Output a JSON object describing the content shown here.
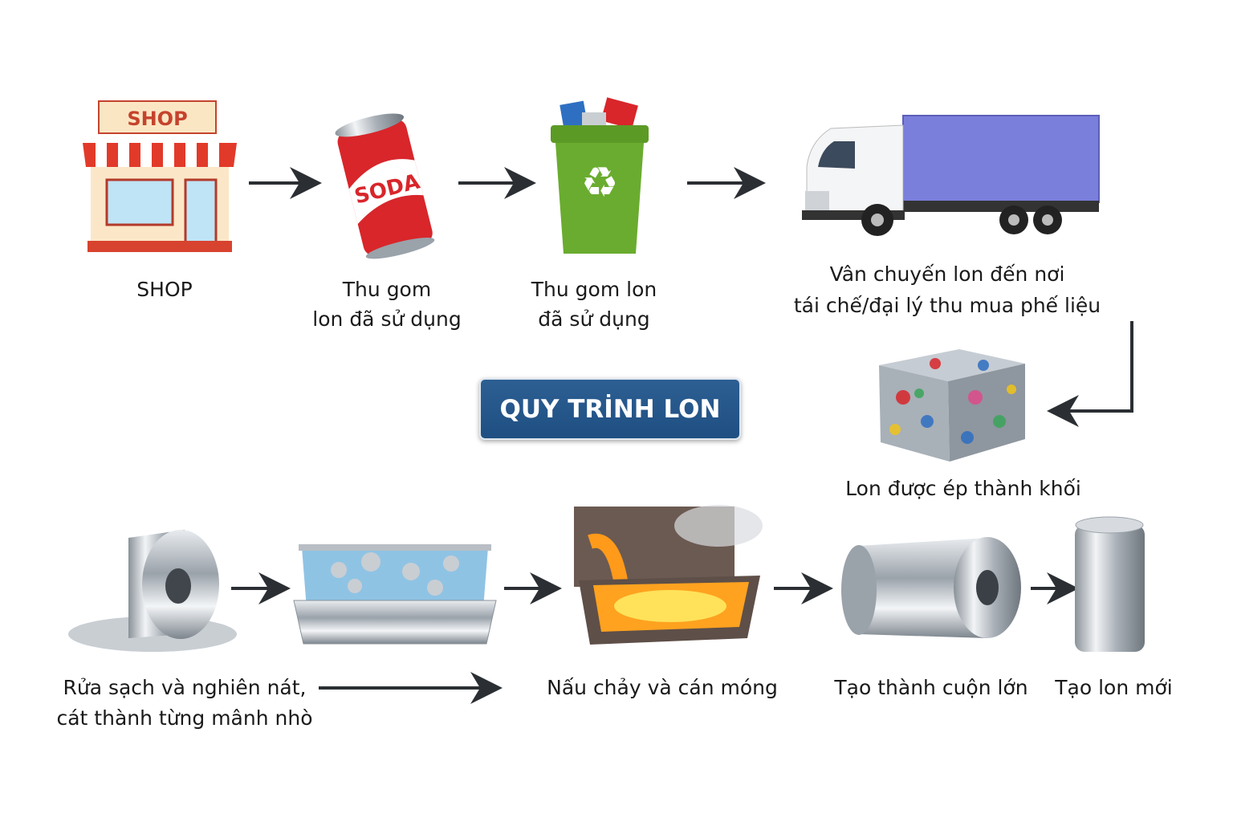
{
  "title": "QUY TRİNH LON",
  "shop_sign": "SHOP",
  "can_label": "SODA",
  "steps": [
    {
      "id": "shop",
      "lines": [
        "SHOP"
      ]
    },
    {
      "id": "collect-can",
      "lines": [
        "Thu gom",
        "lon đã sử dụng"
      ]
    },
    {
      "id": "collect-bin",
      "lines": [
        "Thu gom lon",
        "đã sử dụng"
      ]
    },
    {
      "id": "transport",
      "lines": [
        "Vân chuyến lon đến nơi",
        "tái chế/đại lý thu mua phế liệu"
      ]
    },
    {
      "id": "compress",
      "lines": [
        "Lon được ép thành khối"
      ]
    },
    {
      "id": "wash-shred",
      "lines": [
        "Rửa sạch và nghiên nát,",
        "cát thành từng mânh nhò"
      ]
    },
    {
      "id": "melt",
      "lines": [
        "Nấu chảy và cán móng"
      ]
    },
    {
      "id": "coil",
      "lines": [
        "Tạo thành cuộn lớn"
      ]
    },
    {
      "id": "new-can",
      "lines": [
        "Tạo lon mới"
      ]
    }
  ],
  "colors": {
    "title_bg": "#245689",
    "arrow": "#2b2f33",
    "truck_box": "#7b7fdc",
    "bin": "#6aac2f",
    "can_red": "#d8262b"
  }
}
